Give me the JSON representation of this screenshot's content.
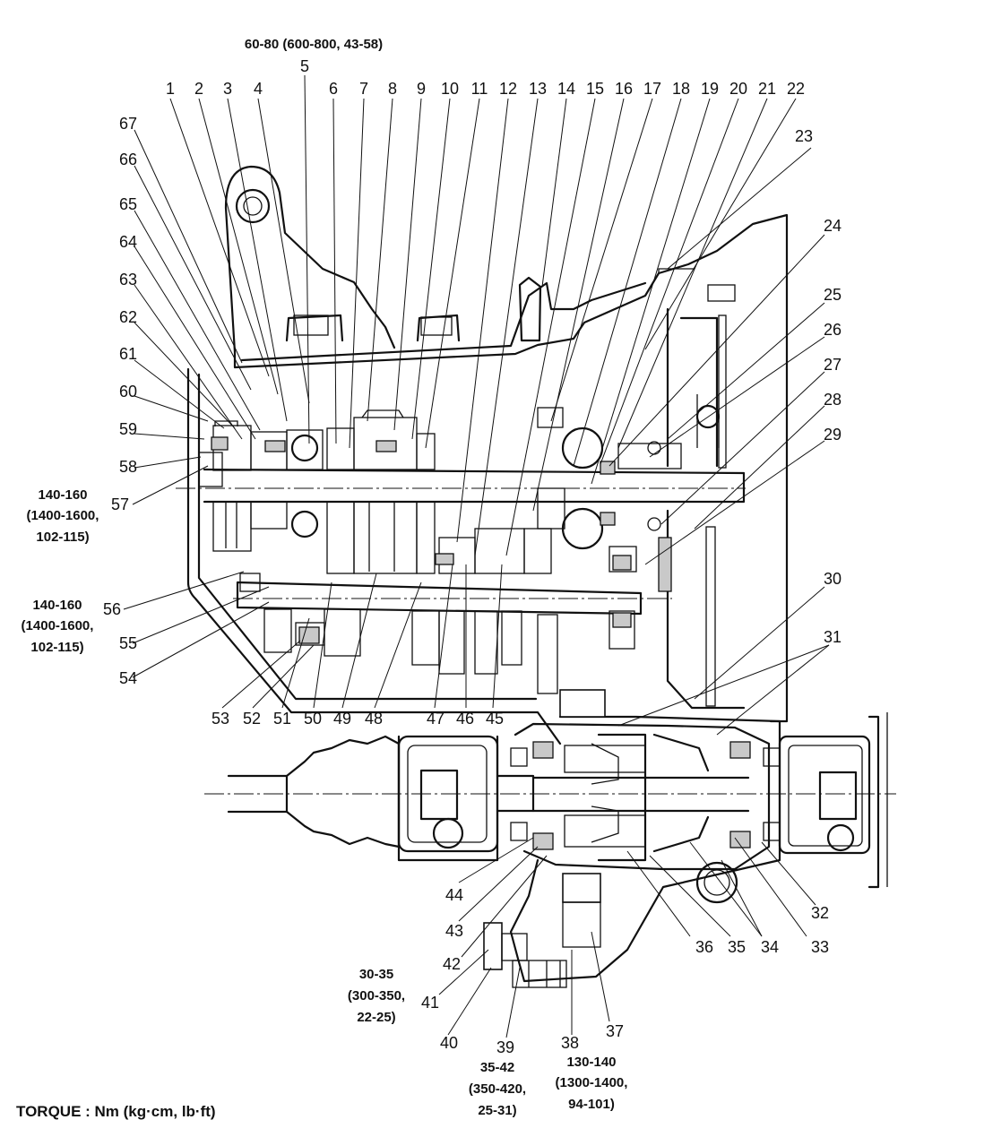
{
  "diagram": {
    "top_labels": [
      "1",
      "2",
      "3",
      "4",
      "5",
      "6",
      "7",
      "8",
      "9",
      "10",
      "11",
      "12",
      "13",
      "14",
      "15",
      "16",
      "17",
      "18",
      "19",
      "20",
      "21",
      "22"
    ],
    "left_labels": [
      "67",
      "66",
      "65",
      "64",
      "63",
      "62",
      "61",
      "60",
      "59",
      "58",
      "57",
      "56",
      "55",
      "54"
    ],
    "right_labels": [
      "23",
      "24",
      "25",
      "26",
      "27",
      "28",
      "29",
      "30",
      "31",
      "32",
      "33"
    ],
    "bottom_labels": [
      "53",
      "52",
      "51",
      "50",
      "49",
      "48",
      "47",
      "46",
      "45",
      "44",
      "43",
      "42",
      "41",
      "40",
      "39",
      "38",
      "37",
      "36",
      "35",
      "34"
    ],
    "torque_specs": {
      "top": "60-80 (600-800, 43-58)",
      "left_upper": [
        "140-160",
        "(1400-1600,",
        "102-115)"
      ],
      "left_lower": [
        "140-160",
        "(1400-1600,",
        "102-115)"
      ],
      "bottom_41": [
        "30-35",
        "(300-350,",
        "22-25)"
      ],
      "bottom_39": [
        "35-42",
        "(350-420,",
        "25-31)"
      ],
      "bottom_38": [
        "130-140",
        "(1300-1400,",
        "94-101)"
      ]
    },
    "footer": "TORQUE : Nm (kg·cm, lb·ft)"
  }
}
